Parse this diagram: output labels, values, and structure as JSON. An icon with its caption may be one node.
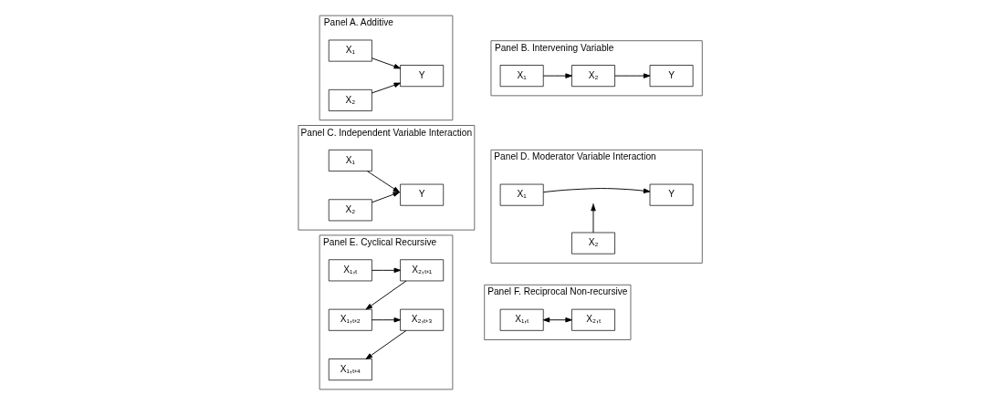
{
  "diagram": {
    "nodes": [
      {
        "text": [
          "Panel A. Additive"
        ]
      },
      {
        "text": [
          "X₁"
        ],
        "in": 0
      },
      {
        "text": [
          "X₂"
        ],
        "in": 0
      },
      {
        "text": [
          "Y"
        ],
        "in": 0
      },
      {
        "text": [
          "Panel B. Intervening Variable"
        ]
      },
      {
        "text": [
          "X₁"
        ],
        "in": 4
      },
      {
        "text": [
          "X₂"
        ],
        "in": 4
      },
      {
        "text": [
          "Y"
        ],
        "in": 4
      },
      {
        "text": [
          "Panel C. Independent Variable Interaction"
        ]
      },
      {
        "text": [
          "X₁"
        ],
        "in": 8
      },
      {
        "text": [
          "X₂"
        ],
        "in": 8
      },
      {
        "text": [
          "Y"
        ],
        "in": 8
      },
      {
        "text": [
          "Panel D. Moderator Variable Interaction"
        ]
      },
      {
        "text": [
          "X₁"
        ],
        "in": 12
      },
      {
        "text": [
          "Y"
        ],
        "in": 12
      },
      {
        "text": [
          "X₂"
        ],
        "in": 12
      },
      {
        "text": [
          "Panel E. Cyclical Recursive"
        ]
      },
      {
        "text": [
          "X₁,ₜ"
        ],
        "in": 16
      },
      {
        "text": [
          "X₂,ₜ₊₁"
        ],
        "in": 16
      },
      {
        "text": [
          "X₁,ₜ₊₂"
        ],
        "in": 16
      },
      {
        "text": [
          "X₂,ₜ₊₃"
        ],
        "in": 16
      },
      {
        "text": [
          "X₁,ₜ₊₄"
        ],
        "in": 16
      },
      {
        "text": [
          "Panel F. Reciprocal Non-recursive"
        ]
      },
      {
        "text": [
          "X₁,ₜ"
        ],
        "in": 22
      },
      {
        "text": [
          "X₂,ₜ"
        ],
        "in": 22
      }
    ],
    "edges": [
      {
        "from": 1,
        "to": 3,
        "arrow": "to"
      },
      {
        "from": 2,
        "to": 3,
        "arrow": "to"
      },
      {
        "from": 5,
        "to": 6,
        "arrow": "to"
      },
      {
        "from": 6,
        "to": 7,
        "arrow": "to"
      },
      {
        "from": 9,
        "to": 11,
        "arrow": "to"
      },
      {
        "from": 10,
        "to": 11,
        "arrow": "to"
      },
      {
        "from": 13,
        "to": 14,
        "arrow": "to"
      },
      {
        "from": 15,
        "to": null,
        "arrow": "to"
      },
      {
        "from": 17,
        "to": 18,
        "arrow": "to"
      },
      {
        "from": 18,
        "to": 19,
        "arrow": "to"
      },
      {
        "from": 19,
        "to": 20,
        "arrow": "to"
      },
      {
        "from": 20,
        "to": 21,
        "arrow": "to"
      },
      {
        "from": 23,
        "to": 24,
        "arrow": "both"
      }
    ]
  }
}
